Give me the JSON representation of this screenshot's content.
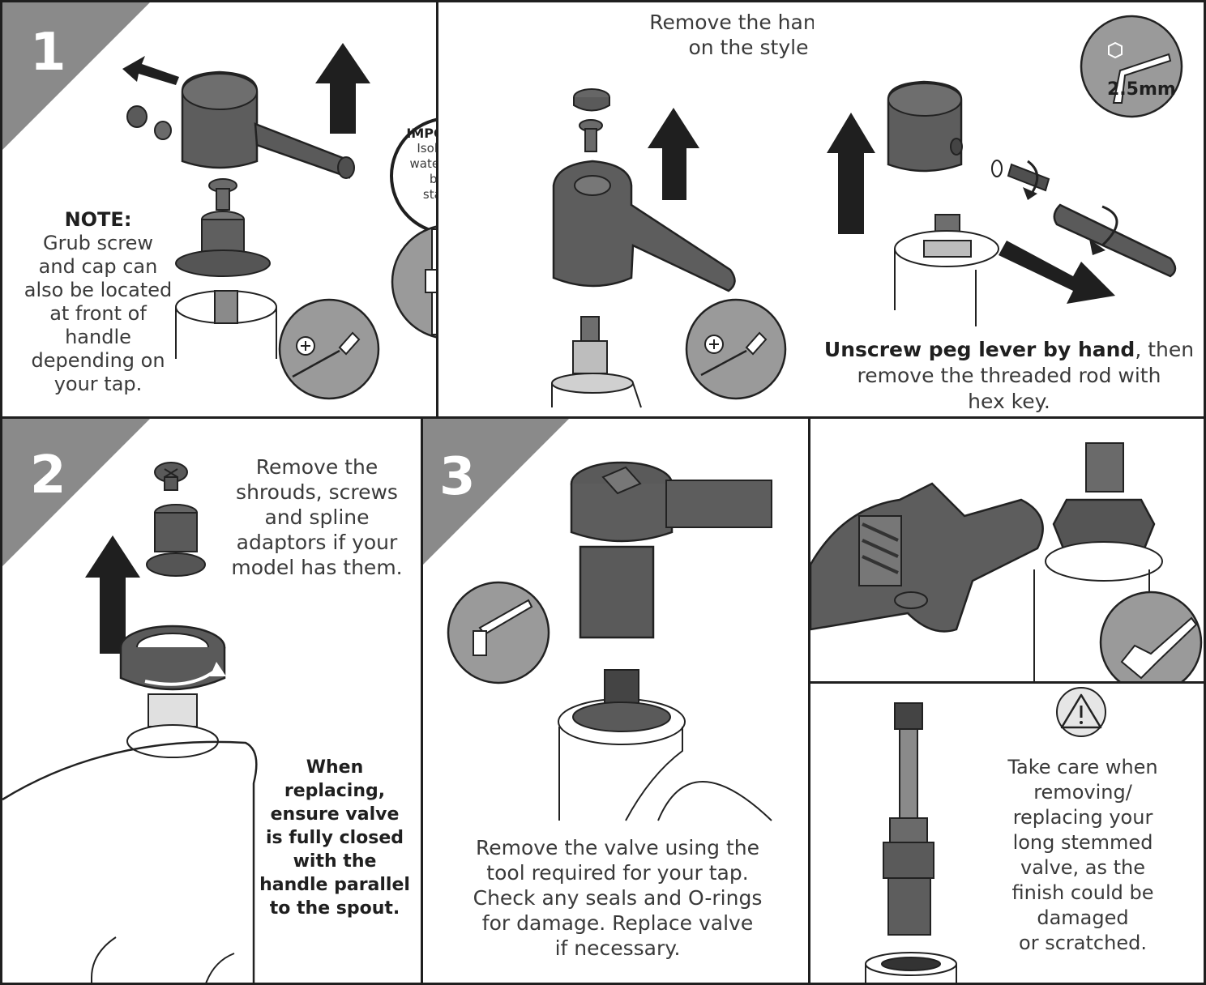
{
  "steps": {
    "one": "1",
    "two": "2",
    "three": "3"
  },
  "panel1": {
    "note_title": "NOTE:",
    "note_lines": [
      "Grub screw",
      "and cap can",
      "also be located",
      "at front of",
      "handle",
      "depending on",
      "your tap."
    ],
    "important_title": "IMPORTANT",
    "important_lines": [
      "Isolate the",
      "water supply",
      "before",
      "starting!"
    ]
  },
  "panel2": {
    "heading_lines": [
      "Remove the handles depending",
      "on the style of your tap."
    ]
  },
  "panel3": {
    "hex_label": "2.5mm",
    "caption_bold": "Unscrew peg lever by hand",
    "caption_rest_1": ", then",
    "caption_lines": [
      "remove the threaded rod with",
      "hex key."
    ]
  },
  "panel4": {
    "instruction_lines": [
      "Remove the",
      "shrouds, screws",
      "and spline",
      "adaptors if your",
      "model has them."
    ],
    "replace_lines": [
      "When",
      "replacing,",
      "ensure valve",
      "is fully closed",
      "with the",
      "handle parallel",
      "to the spout."
    ]
  },
  "panel5": {
    "caption_lines": [
      "Remove the valve using the",
      "tool required for your tap.",
      "Check any seals and O-rings",
      "for damage. Replace valve",
      "if necessary."
    ]
  },
  "panel7": {
    "warning_lines": [
      "Take care when",
      "removing/",
      "replacing your",
      "long stemmed",
      "valve, as the",
      "finish could be",
      "damaged",
      "or scratched."
    ]
  },
  "colors": {
    "step_triangle": "#8a8a8a",
    "part_dark": "#5a5a5a",
    "part_light": "#9a9a9a",
    "border": "#1f1f1f"
  }
}
